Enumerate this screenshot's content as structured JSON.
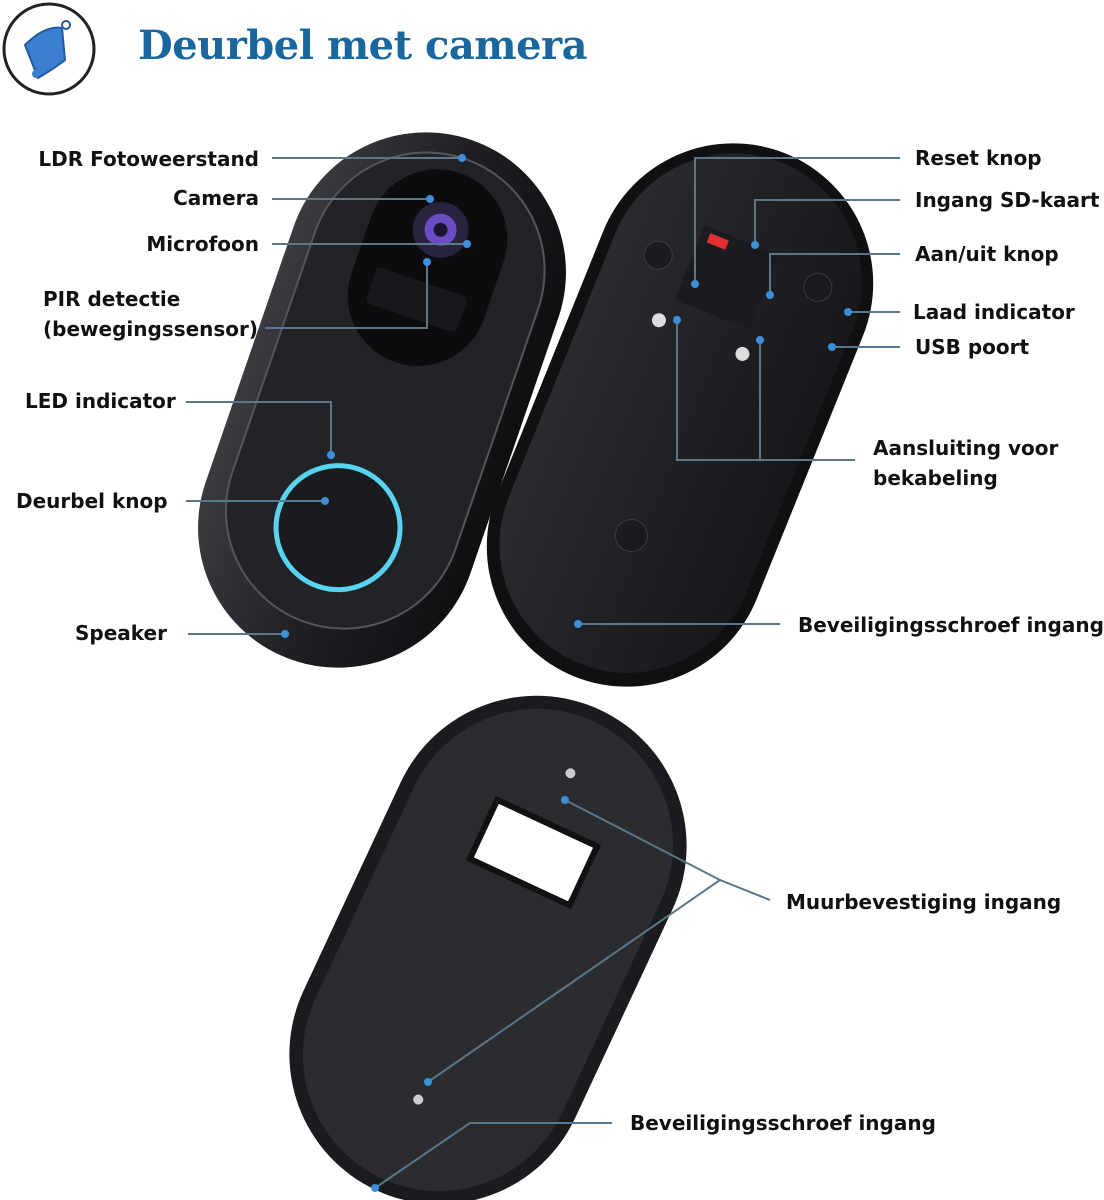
{
  "header": {
    "title": "Deurbel met camera",
    "logo_icon": "bell-icon"
  },
  "colors": {
    "title": "#1a67a0",
    "leader_line": "#5b7689",
    "marker": "#3d8fd9",
    "device": "#1d1e21",
    "led_ring": "#58d4f0"
  },
  "front_view": {
    "labels": [
      "LDR Fotoweerstand",
      "Camera",
      "Microfoon",
      "PIR detectie",
      "(bewegingssensor)",
      "LED indicator",
      "Deurbel knop",
      "Speaker"
    ]
  },
  "back_view": {
    "labels": [
      "Reset knop",
      "Ingang SD-kaart",
      "Aan/uit knop",
      "Laad indicator",
      "USB poort",
      "Aansluiting voor",
      "bekabeling",
      "Beveiligingsschroef ingang"
    ]
  },
  "mount_plate": {
    "labels": [
      "Muurbevestiging ingang",
      "Beveiligingsschroef ingang"
    ]
  }
}
